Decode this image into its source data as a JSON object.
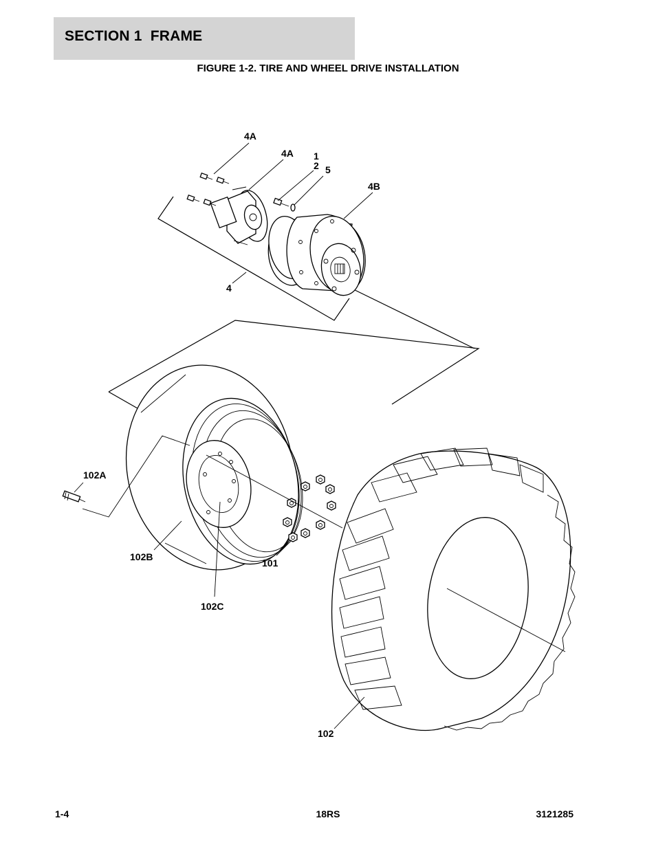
{
  "header": {
    "section_title": "SECTION 1  FRAME"
  },
  "figure": {
    "title": "FIGURE 1-2. TIRE AND WHEEL DRIVE INSTALLATION"
  },
  "callouts": {
    "c_4a_top": "4A",
    "c_4a_mid": "4A",
    "c_1": "1",
    "c_2": "2",
    "c_5": "5",
    "c_4b": "4B",
    "c_4": "4",
    "c_102a": "102A",
    "c_102b": "102B",
    "c_102c": "102C",
    "c_101": "101",
    "c_102": "102"
  },
  "footer": {
    "page": "1-4",
    "model": "18RS",
    "doc_number": "3121285"
  }
}
